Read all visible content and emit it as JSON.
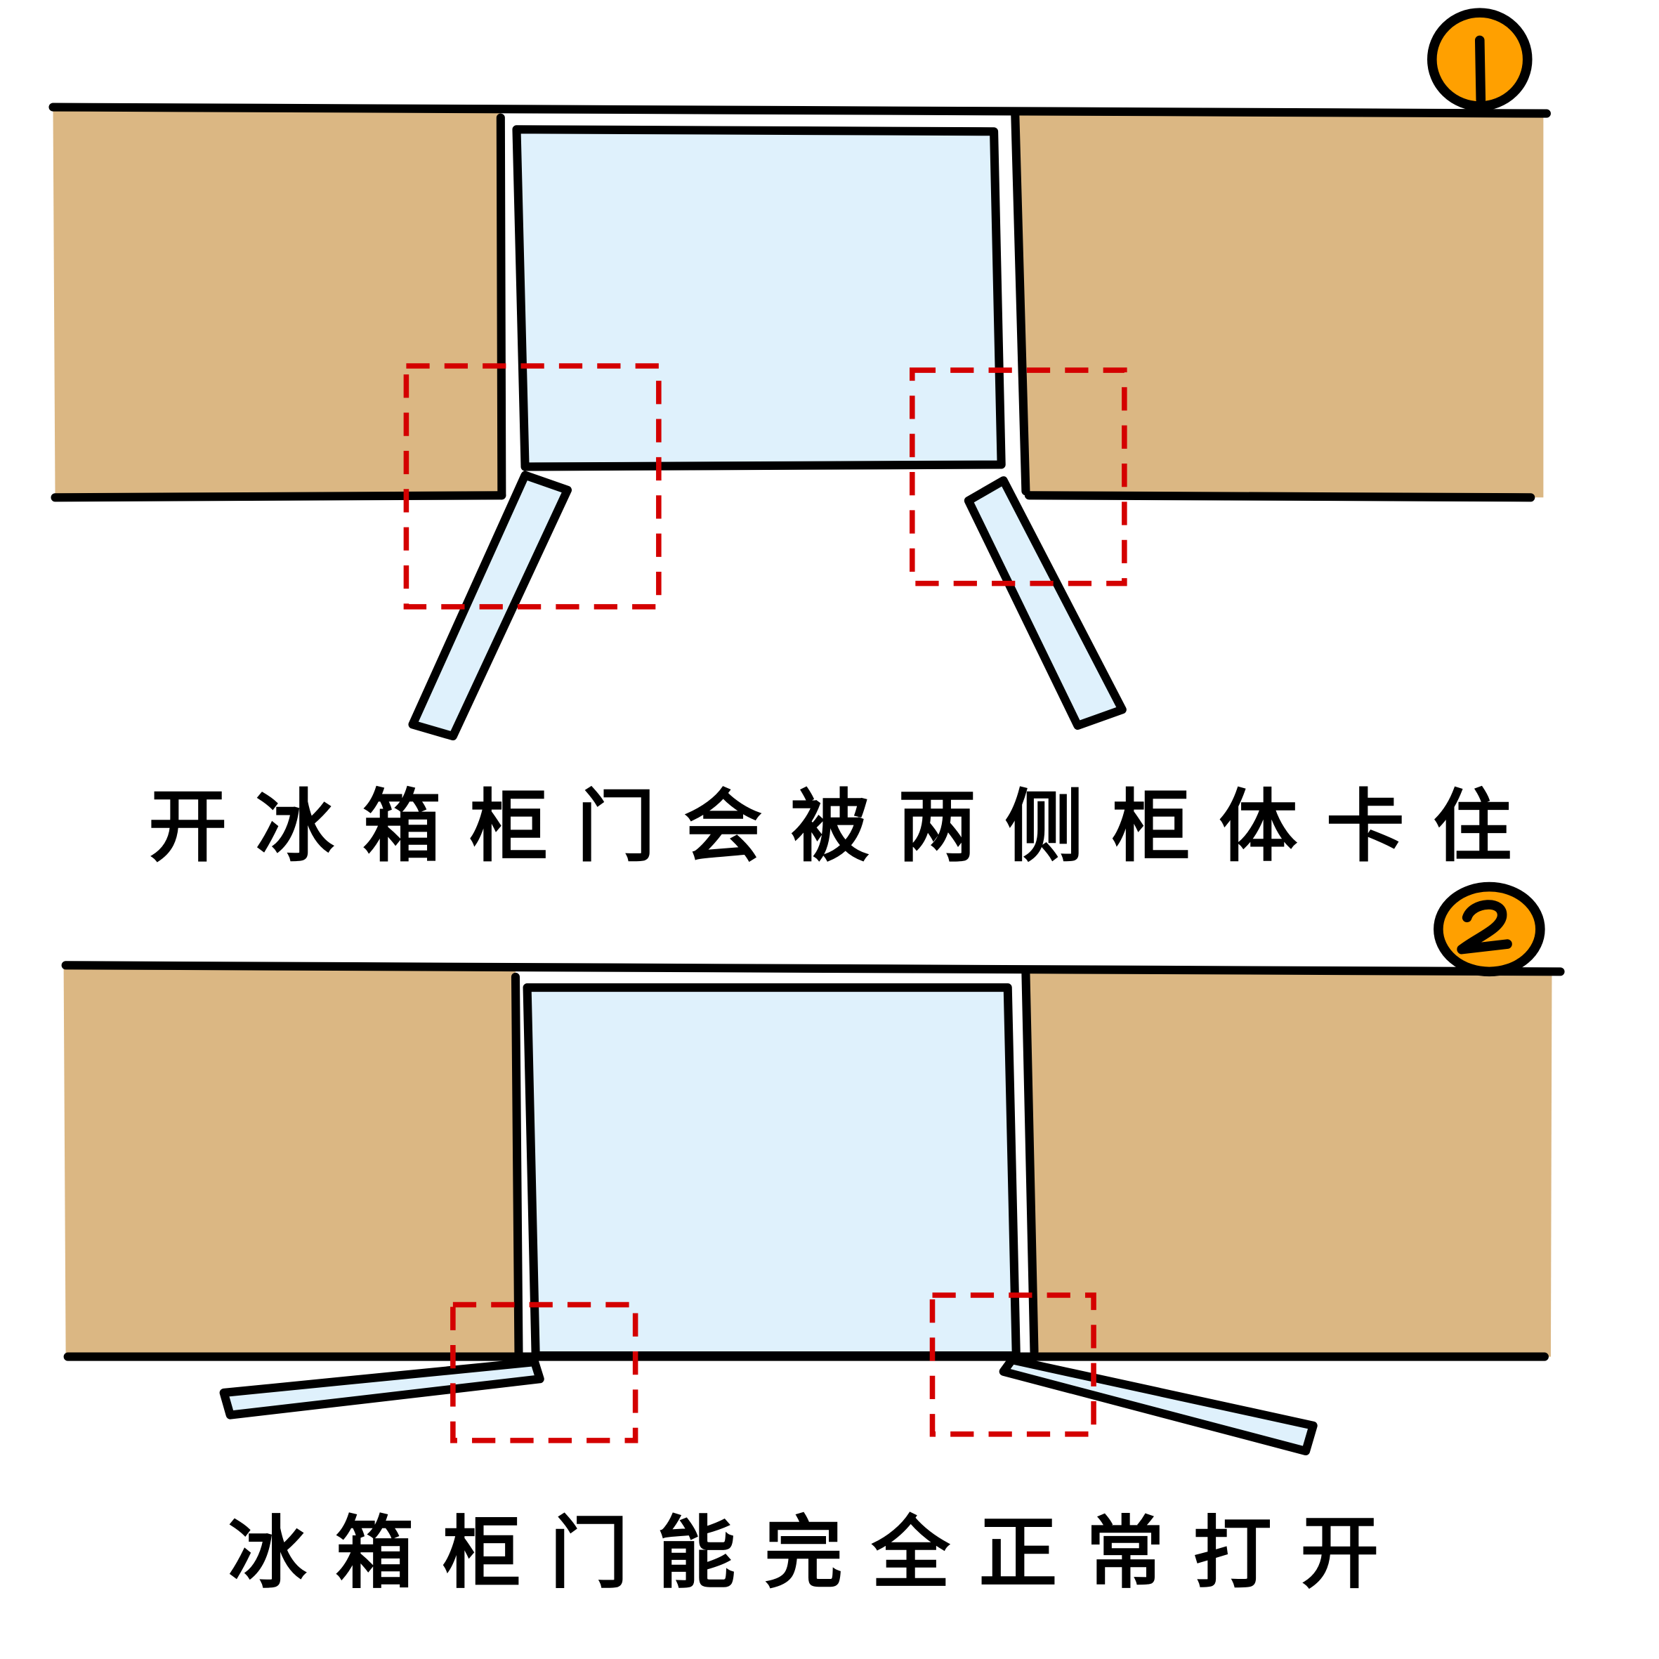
{
  "colors": {
    "cabinet": "#DBB783",
    "fridge": "#DFF1FC",
    "highlight": "#D40000",
    "badge": "#FFA000",
    "outline": "#000000",
    "background": "#FFFFFF"
  },
  "panels": [
    {
      "badge": "1",
      "caption": "开冰箱柜门会被两侧柜体卡住",
      "scenario": "doors-blocked"
    },
    {
      "badge": "2",
      "caption": "冰箱柜门能完全正常打开",
      "scenario": "doors-open-fully"
    }
  ]
}
